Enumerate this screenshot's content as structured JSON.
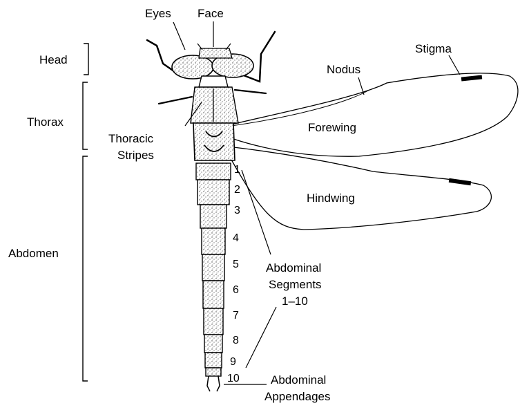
{
  "diagram": {
    "body_regions": {
      "head": "Head",
      "thorax": "Thorax",
      "abdomen": "Abdomen"
    },
    "parts": {
      "eyes": "Eyes",
      "face": "Face",
      "thoracic_stripes_line1": "Thoracic",
      "thoracic_stripes_line2": "Stripes",
      "nodus": "Nodus",
      "stigma": "Stigma",
      "forewing": "Forewing",
      "hindwing": "Hindwing",
      "abdominal_segments_line1": "Abdominal",
      "abdominal_segments_line2": "Segments",
      "abdominal_segments_line3": "1–10",
      "abdominal_appendages_line1": "Abdominal",
      "abdominal_appendages_line2": "Appendages"
    },
    "segment_numbers": [
      "1",
      "2",
      "3",
      "4",
      "5",
      "6",
      "7",
      "8",
      "9",
      "10"
    ]
  }
}
